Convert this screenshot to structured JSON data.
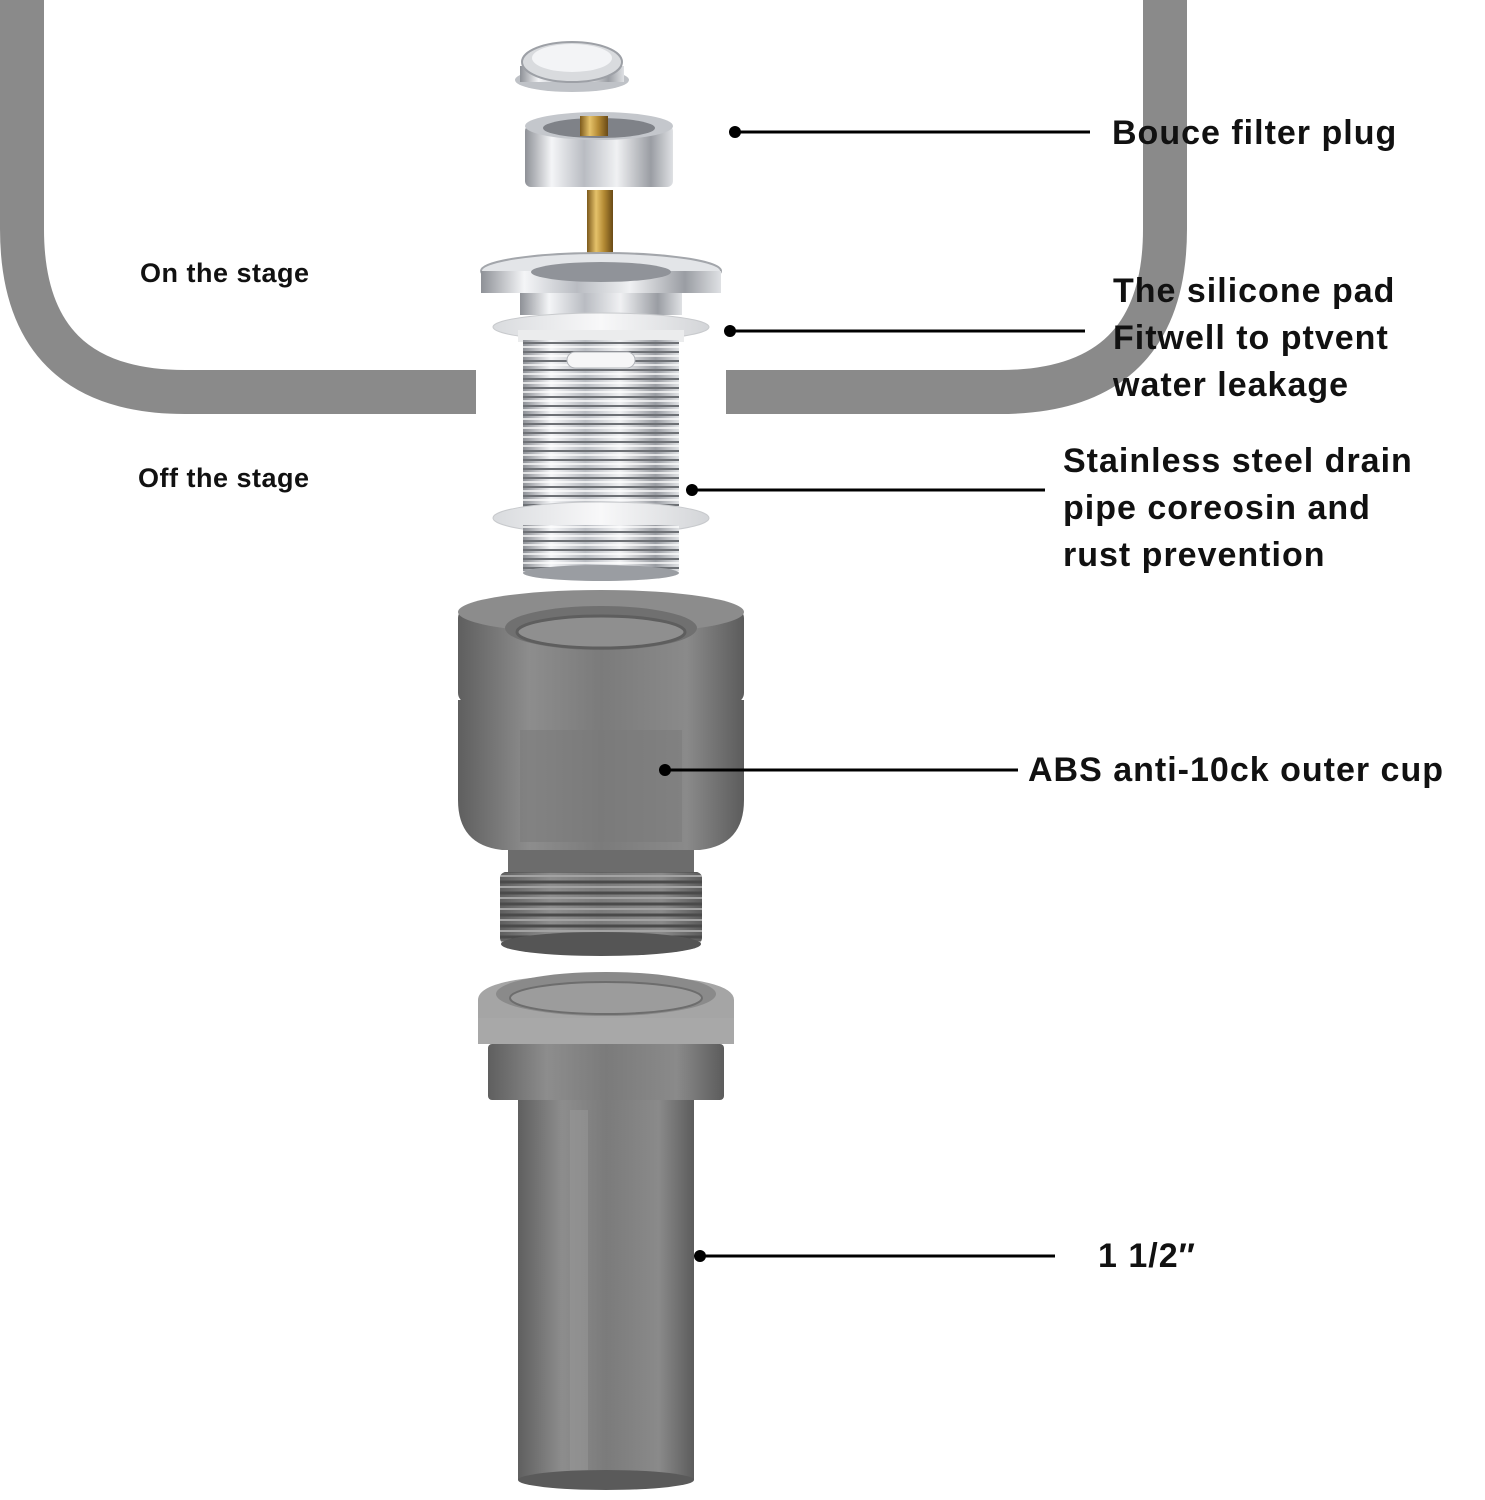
{
  "stage_labels": {
    "on": "On the stage",
    "off": "Off the stage"
  },
  "callouts": {
    "plug": "Bouce filter plug",
    "pad": "The silicone pad\nFitwell to ptvent\nwater leakage",
    "pipe": "Stainless steel drain\npipe coreosin and\nrust prevention",
    "cup": "ABS anti-10ck outer cup",
    "size": "1 1/2″"
  },
  "colors": {
    "basin": "#8a8a8a",
    "chrome_light": "#f1f2f4",
    "chrome_dark": "#8d9096",
    "brass": "#b8892f",
    "abs_gray": "#7c7c7c",
    "abs_dark": "#5b5b5b",
    "leader_line": "#000000"
  }
}
